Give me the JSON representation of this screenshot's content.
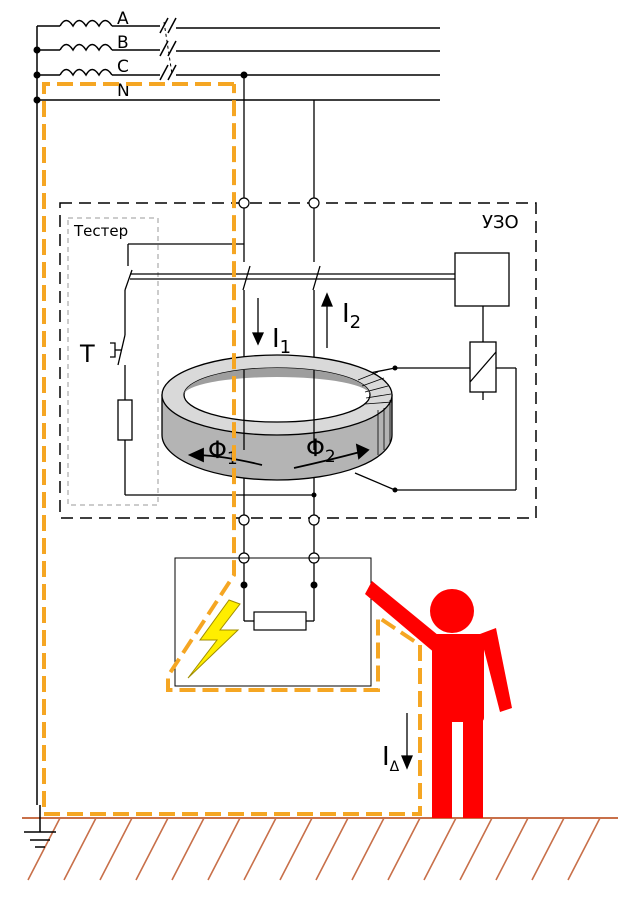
{
  "labels": {
    "phase_a": "A",
    "phase_b": "B",
    "phase_c": "C",
    "neutral": "N",
    "rcd": "УЗО",
    "tester": "Тестер",
    "test_button": "T",
    "current_1": "I",
    "current_1_sub": "1",
    "current_2": "I",
    "current_2_sub": "2",
    "flux_1": "Φ",
    "flux_1_sub": "1",
    "flux_2": "Φ",
    "flux_2_sub": "2",
    "leak_current": "I",
    "leak_current_sub": "Δ"
  },
  "colors": {
    "leak_path": "#f5a623",
    "person": "#ff0000",
    "ground": "#c8704a",
    "lightning": "#ffee00",
    "core": "#c8c8c8"
  }
}
